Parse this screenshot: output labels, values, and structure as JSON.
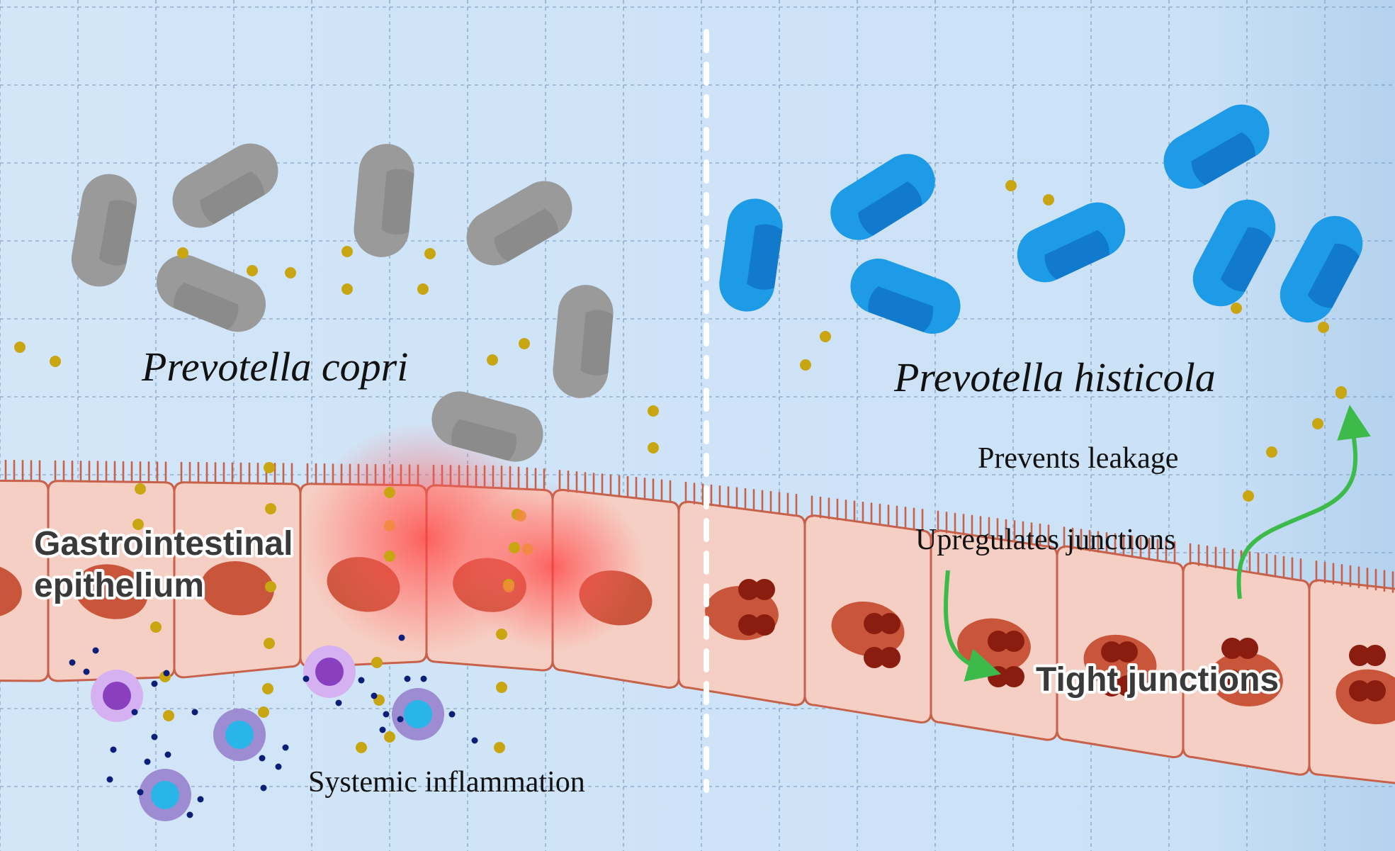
{
  "labels": {
    "left_species": "Prevotella copri",
    "right_species": "Prevotella histicola",
    "epithelium_line1": "Gastrointestinal",
    "epithelium_line2": "epithelium",
    "prevents_leakage": "Prevents leakage",
    "upregulates_junctions": "Upregulates junctions",
    "tight_junctions": "Tight junctions",
    "systemic_inflammation": "Systemic inflammation"
  },
  "colors": {
    "background": "#cfe3f7",
    "grid_line": "#7f9ec2",
    "copri_bacterium": "#9a9a9a",
    "histicola_bacterium": "#1e9be6",
    "epithelial_cell": "#f6cfc4",
    "cell_outline": "#c8614a",
    "nucleus": "#c9553a",
    "tight_junction": "#8b1d10",
    "metabolite_dot": "#c9a512",
    "arrow": "#3dbb4a",
    "inflammation_glow": "#ff4a4a",
    "immune_purple": "#8a3fbf",
    "immune_blue": "#29b5e8",
    "cytokine_dot": "#0b1f7a",
    "divider": "#ffffff"
  }
}
